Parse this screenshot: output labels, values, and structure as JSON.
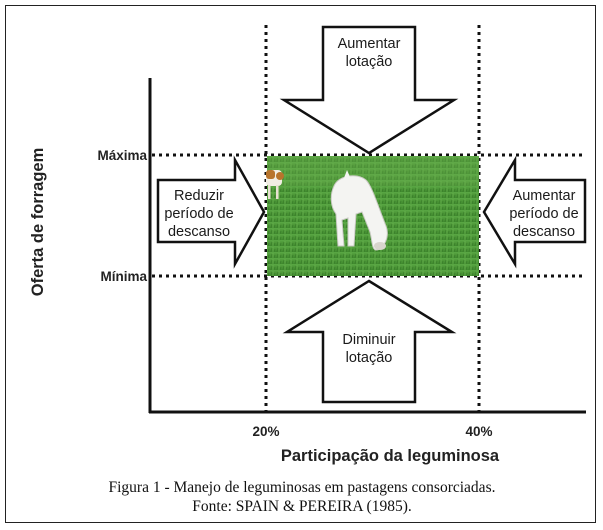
{
  "y_axis": {
    "title": "Oferta de forragem",
    "tick_max": "Máxima",
    "tick_min": "Mínima"
  },
  "x_axis": {
    "title": "Participação da leguminosa",
    "tick_left": "20%",
    "tick_right": "40%"
  },
  "arrows": {
    "top": [
      "Aumentar",
      "lotação"
    ],
    "bottom": [
      "Diminuir",
      "lotação"
    ],
    "left": [
      "Reduzir",
      "período de",
      "descanso"
    ],
    "right": [
      "Aumentar",
      "período de",
      "descanso"
    ]
  },
  "photo": {
    "description": "pasture with grazing white cattle",
    "grass_color": "#4f9a3a",
    "sky": "none"
  },
  "caption": {
    "line1": "Figura 1 - Manejo de leguminosas em pastagens consorciadas.",
    "line2": "Fonte: SPAIN & PEREIRA (1985)."
  }
}
